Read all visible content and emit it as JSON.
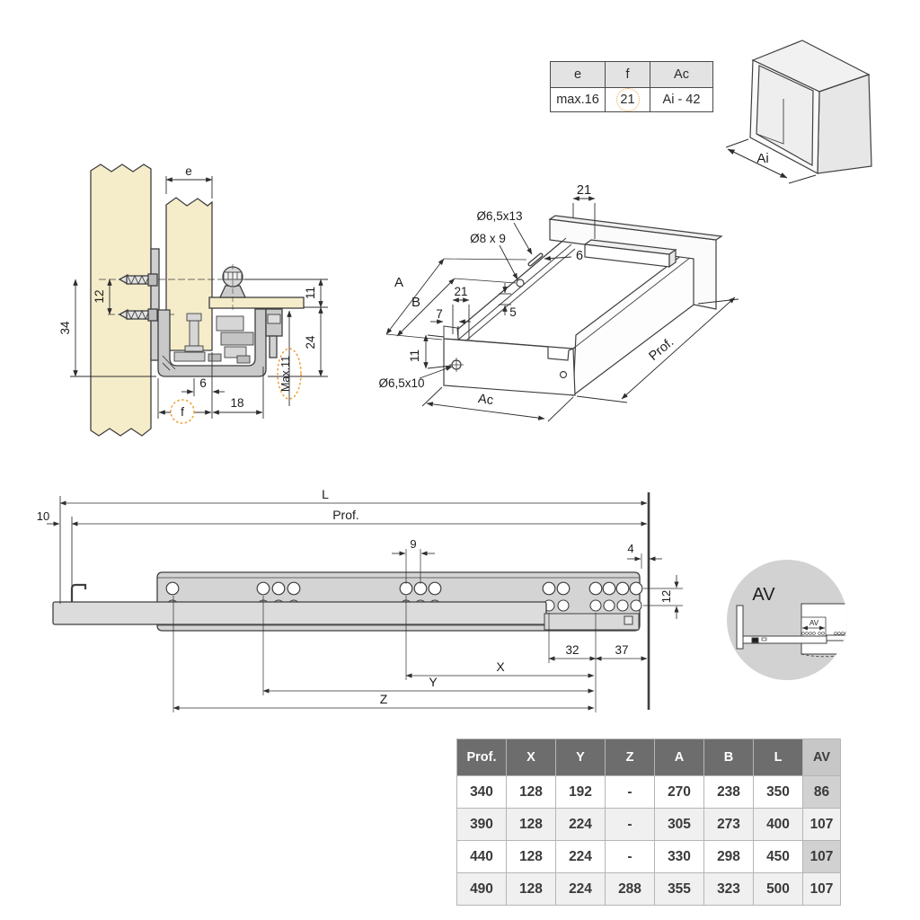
{
  "colors": {
    "accent_orange": "#f0a43c",
    "wood": "#f5ecca",
    "metal_gray": "#d4d4d4",
    "line": "#3f3f3f"
  },
  "param_table": {
    "headers": [
      "e",
      "f",
      "Ac"
    ],
    "values": [
      "max.16",
      "21",
      "Ai - 42"
    ]
  },
  "cabinet": {
    "ai_label": "Ai"
  },
  "cross_section": {
    "e": "e",
    "d12": "12",
    "d34": "34",
    "d11": "11",
    "d24": "24",
    "max11": "Max.11",
    "d6": "6",
    "f": "f",
    "d18": "18"
  },
  "drawer3d": {
    "d21_top": "21",
    "slot_label": "Ø6,5x13",
    "hole_label": "Ø8 x 9",
    "d6": "6",
    "a": "A",
    "b": "B",
    "d21_front": "21",
    "d7": "7",
    "d5": "5",
    "d11": "11",
    "front_hole_label": "Ø6,5x10",
    "ac": "Ac",
    "prof": "Prof."
  },
  "side_view": {
    "l": "L",
    "prof": "Prof.",
    "d10": "10",
    "d9": "9",
    "d4": "4",
    "d12": "12",
    "d32": "32",
    "d37": "37",
    "x": "X",
    "y": "Y",
    "z": "Z"
  },
  "av_detail": {
    "title": "AV",
    "dim": "AV"
  },
  "spec_table": {
    "headers": [
      "Prof.",
      "X",
      "Y",
      "Z",
      "A",
      "B",
      "L",
      "AV"
    ],
    "rows": [
      [
        "340",
        "128",
        "192",
        "-",
        "270",
        "238",
        "350",
        "86"
      ],
      [
        "390",
        "128",
        "224",
        "-",
        "305",
        "273",
        "400",
        "107"
      ],
      [
        "440",
        "128",
        "224",
        "-",
        "330",
        "298",
        "450",
        "107"
      ],
      [
        "490",
        "128",
        "224",
        "288",
        "355",
        "323",
        "500",
        "107"
      ]
    ]
  }
}
